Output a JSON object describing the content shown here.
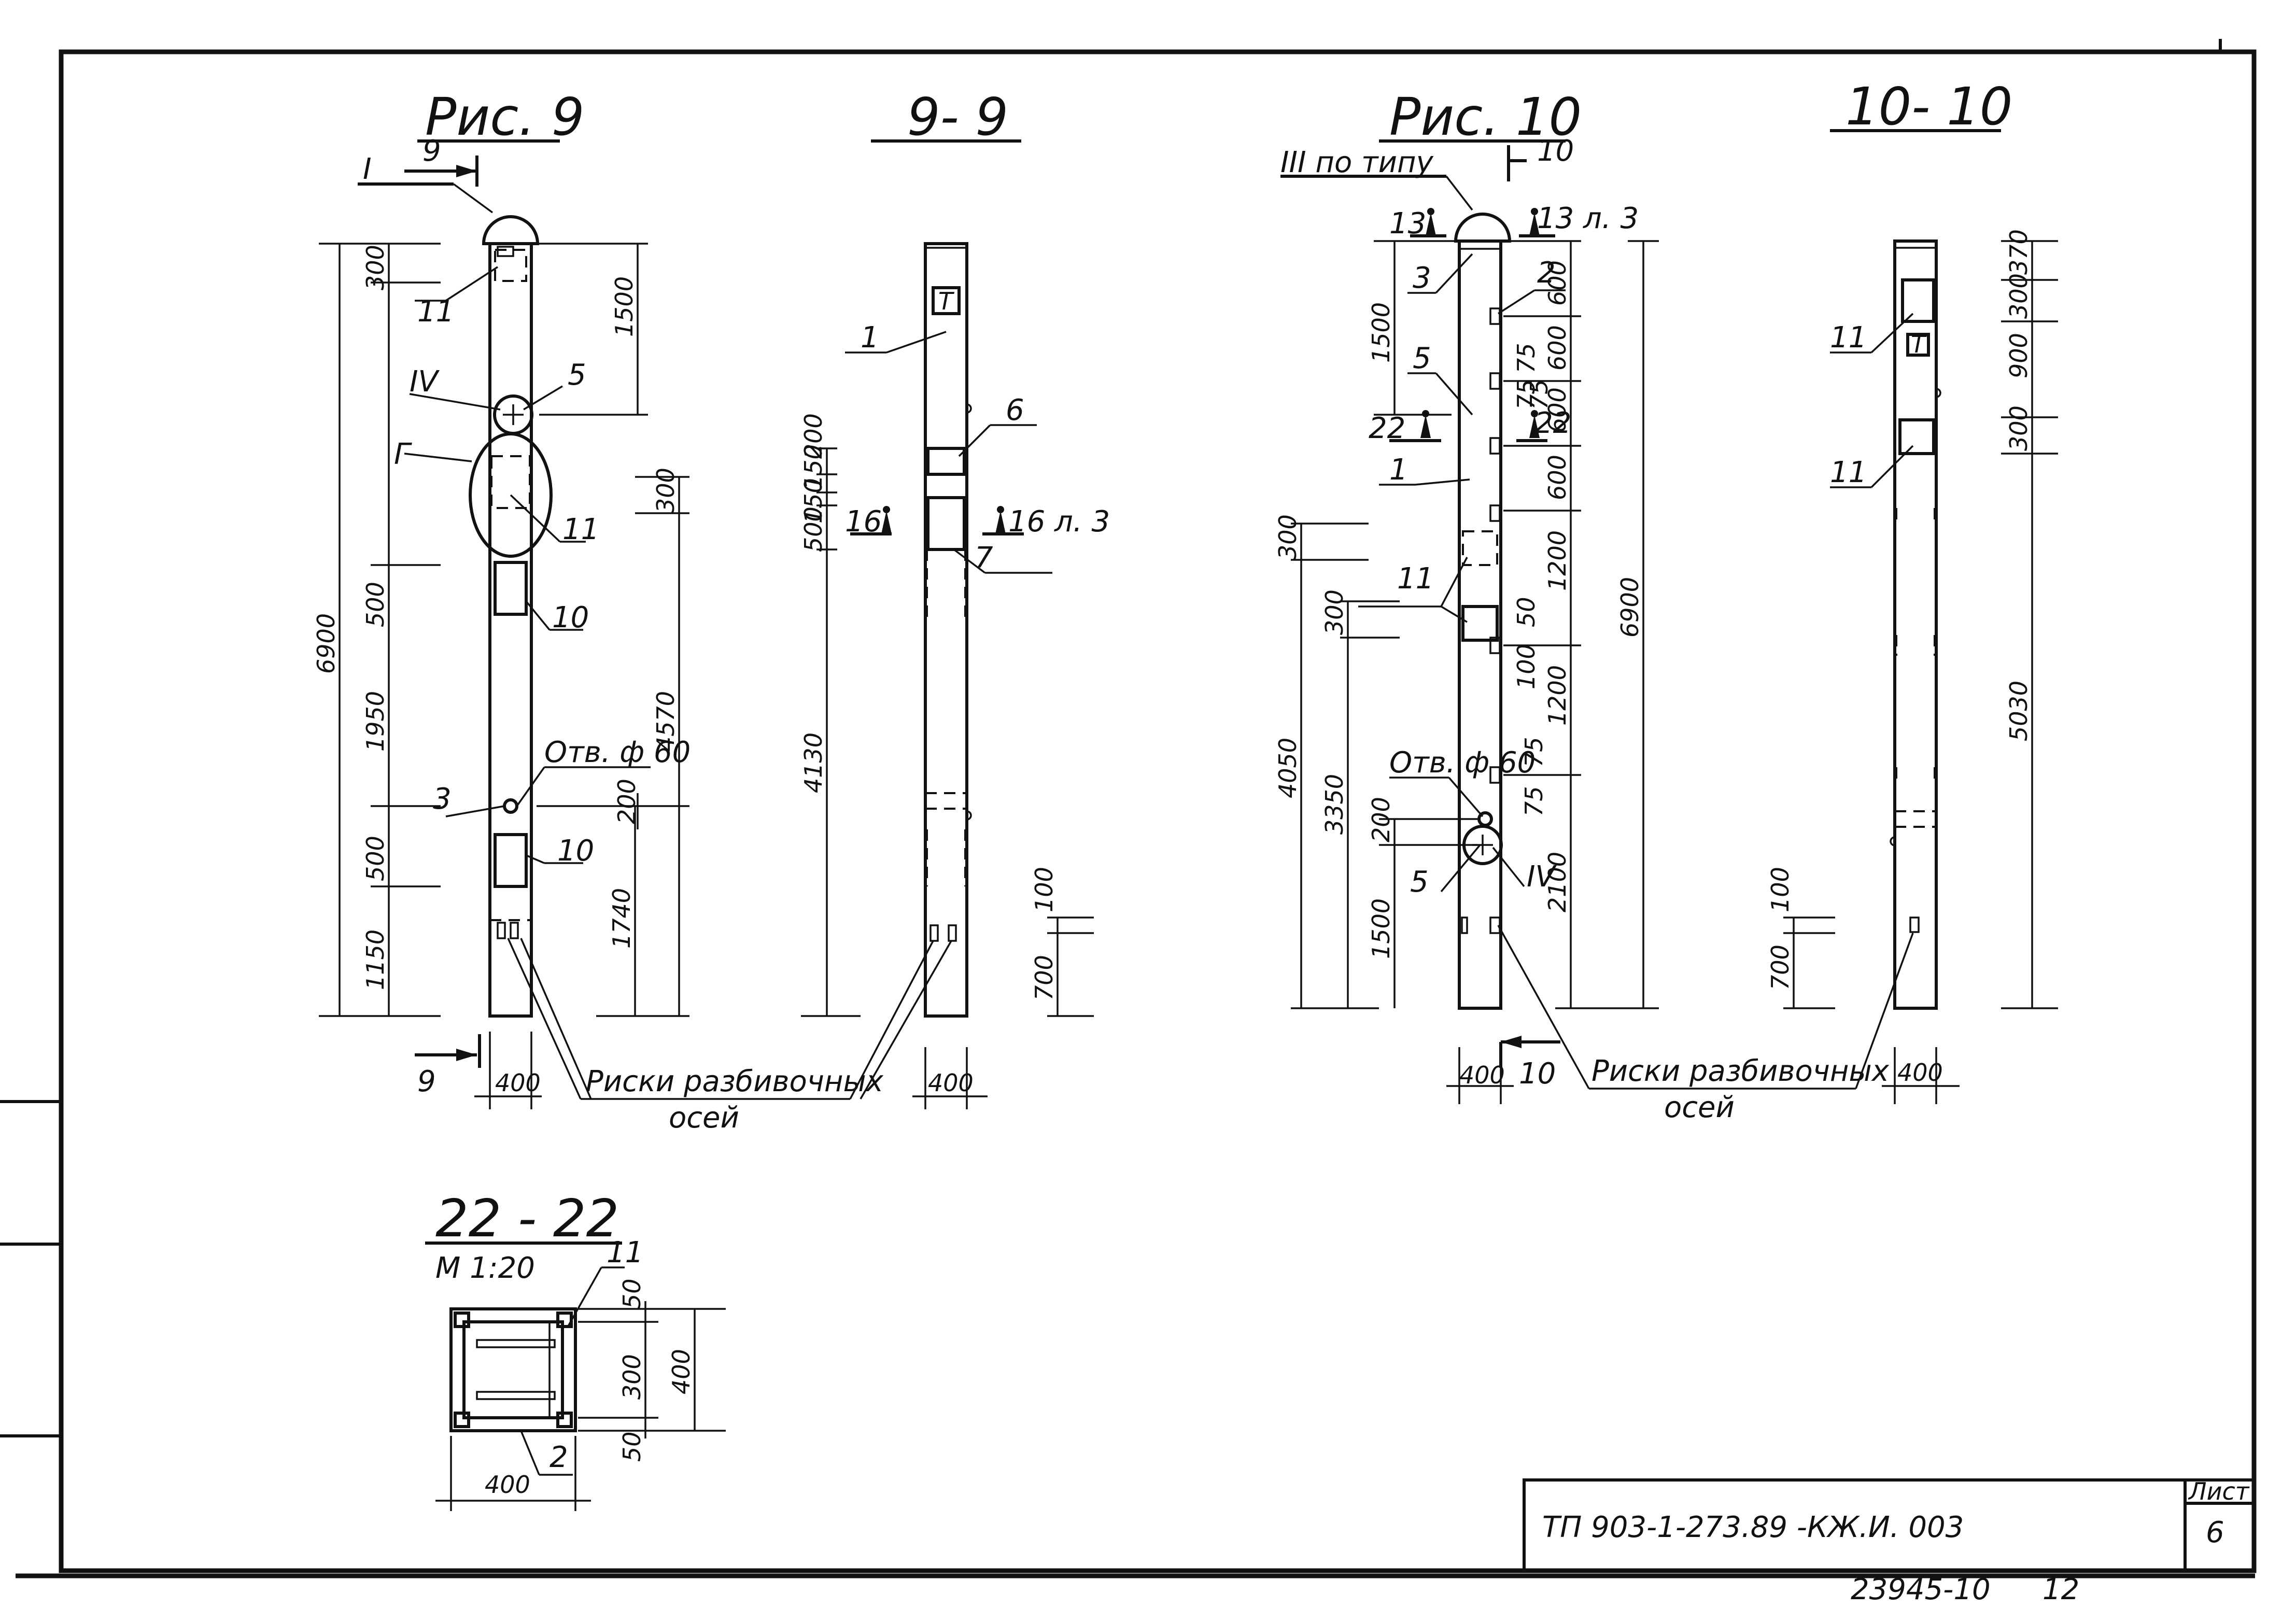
{
  "titles": {
    "fig9": "Рис. 9",
    "sec9": "9- 9",
    "fig10": "Рис. 10",
    "sec10": "10- 10",
    "sec22": "22 - 22",
    "sec22_scale": "М 1:20"
  },
  "fig9": {
    "section_mark": "9",
    "node_I": "I",
    "node_IV": "IV",
    "node_G": "Г",
    "label_11a": "11",
    "label_5": "5",
    "label_11b": "11",
    "label_10a": "10",
    "label_3": "3",
    "hole": "Отв. ф 60",
    "label_10b": "10",
    "dims_left": [
      "300",
      "500",
      "1950",
      "500",
      "1150"
    ],
    "overall": "6900",
    "dim_1500": "1500",
    "dim_300": "300",
    "dim_4570": "4570",
    "dim_200": "200",
    "dim_1740": "1740",
    "width": "400",
    "marks_note_1": "Риски разбивочных",
    "marks_note_2": "осей"
  },
  "sec9": {
    "label_1": "1",
    "label_6": "6",
    "label_7": "7",
    "label_t": "T",
    "dims_stack": [
      "200",
      "150",
      "150",
      "500"
    ],
    "dim_4130": "4130",
    "dim_700": "700",
    "dim_100": "100",
    "cut_left": "16",
    "cut_right": "16 л. 3",
    "width": "400"
  },
  "fig10": {
    "node_III": "III по типу",
    "section_mark": "10",
    "cut_13_left": "13",
    "cut_13_right": "13 л. 3",
    "label_3": "3",
    "label_2": "2",
    "label_5a": "5",
    "cut_22_left": "22",
    "cut_22_right": "22",
    "label_1": "1",
    "label_11": "11",
    "hole": "Отв. ф 60",
    "label_5b": "5",
    "node_IV": "IV",
    "dims_left_col1": [
      "300",
      "300",
      "4050"
    ],
    "dims_left_col2": [
      "1500",
      "3350",
      "200",
      "1500"
    ],
    "dims_right": [
      "600",
      "600",
      "600",
      "600",
      "1200",
      "1200",
      "2100"
    ],
    "dims_small": [
      "75",
      "75",
      "75",
      "50",
      "100",
      "75",
      "75"
    ],
    "overall": "6900",
    "width": "400",
    "marks_note_1": "Риски разбивочных",
    "marks_note_2": "осей"
  },
  "sec10": {
    "label_11a": "11",
    "label_11b": "11",
    "label_t": "T",
    "dims_top": [
      "370",
      "300",
      "900",
      "300"
    ],
    "dim_5030": "5030",
    "dim_700": "700",
    "dim_100": "100",
    "width": "400"
  },
  "sec22": {
    "label_11": "11",
    "label_2": "2",
    "dims_side": [
      "50",
      "300",
      "50"
    ],
    "dim_400_side": "400",
    "dim_400_bottom": "400"
  },
  "title_block": {
    "code": "ТП 903-1-273.89 -КЖ.И. 003",
    "sheet_label": "Лист",
    "sheet_number": "6"
  },
  "footer": {
    "inventory": "23945-10",
    "format": "12"
  }
}
